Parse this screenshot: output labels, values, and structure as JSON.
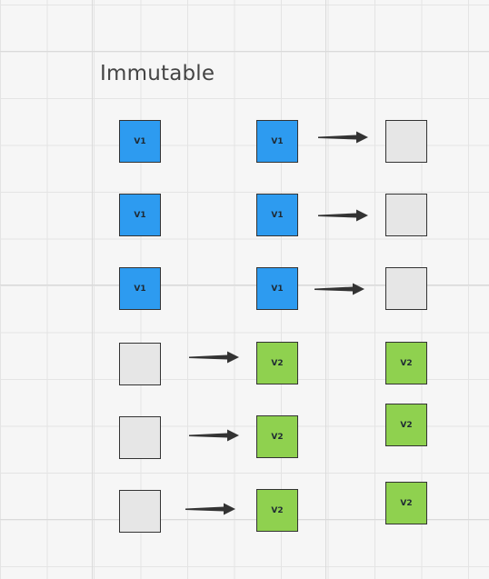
{
  "diagram": {
    "title": "Immutable",
    "colors": {
      "v1": "#2d9bf0",
      "v2": "#8fd14f",
      "empty": "#e6e6e6",
      "border": "#333333",
      "arrow": "#333333"
    },
    "columns": {
      "left": [
        "",
        "",
        "",
        "",
        "",
        ""
      ],
      "middle": [
        "V1",
        "V1",
        "V1",
        "V2",
        "V2",
        "V2"
      ],
      "right": [
        "",
        "",
        "",
        "V2",
        "V2",
        "V2"
      ]
    }
  }
}
